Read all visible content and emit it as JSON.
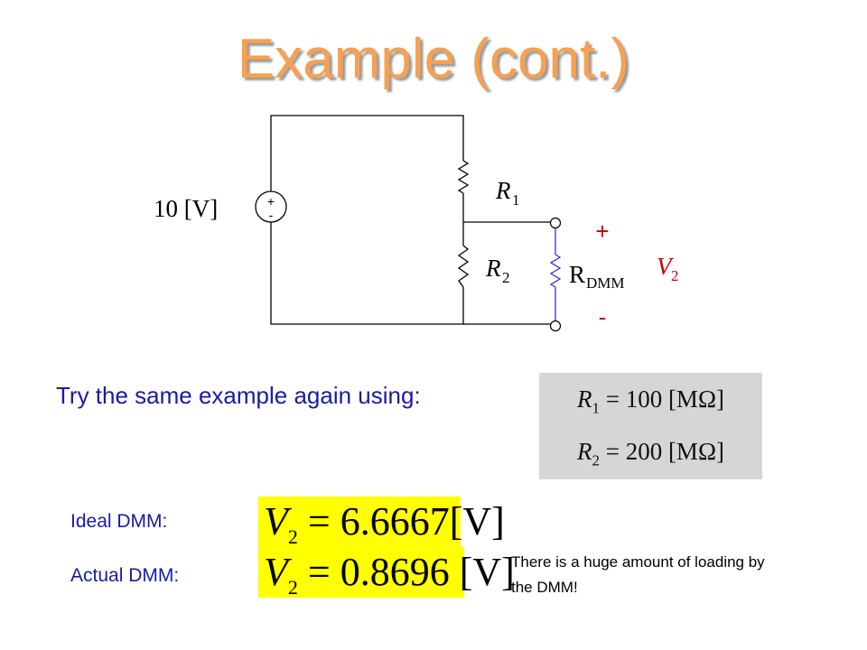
{
  "title": "Example (cont.)",
  "circuit": {
    "source_label": "10 [V]",
    "source_plus": "+",
    "source_minus": "-",
    "r1_label": "R",
    "r1_sub": "1",
    "r2_label": "R",
    "r2_sub": "2",
    "rdmm_label": "R",
    "rdmm_sub": "DMM",
    "v2_label": "V",
    "v2_sub": "2",
    "plus": "+",
    "minus": "-",
    "colors": {
      "wire": "#000000",
      "dmm_wire": "#3333cc",
      "terminal_sign": "#cc0000",
      "v2": "#cc0000"
    }
  },
  "prompt": "Try the same example again using:",
  "values": {
    "r1_sym": "R",
    "r1_sub": "1",
    "r1_value": " = 100 [MΩ]",
    "r2_sym": "R",
    "r2_sub": "2",
    "r2_value": " = 200 [MΩ]"
  },
  "ideal": {
    "label": "Ideal DMM:",
    "v_sym": "V",
    "v_sub": "2",
    "expr": " = 6.6667[V]"
  },
  "actual": {
    "label": "Actual DMM:",
    "v_sym": "V",
    "v_sub": "2",
    "expr": " = 0.8696 [V]"
  },
  "note": "There is a huge amount of loading by the DMM!"
}
